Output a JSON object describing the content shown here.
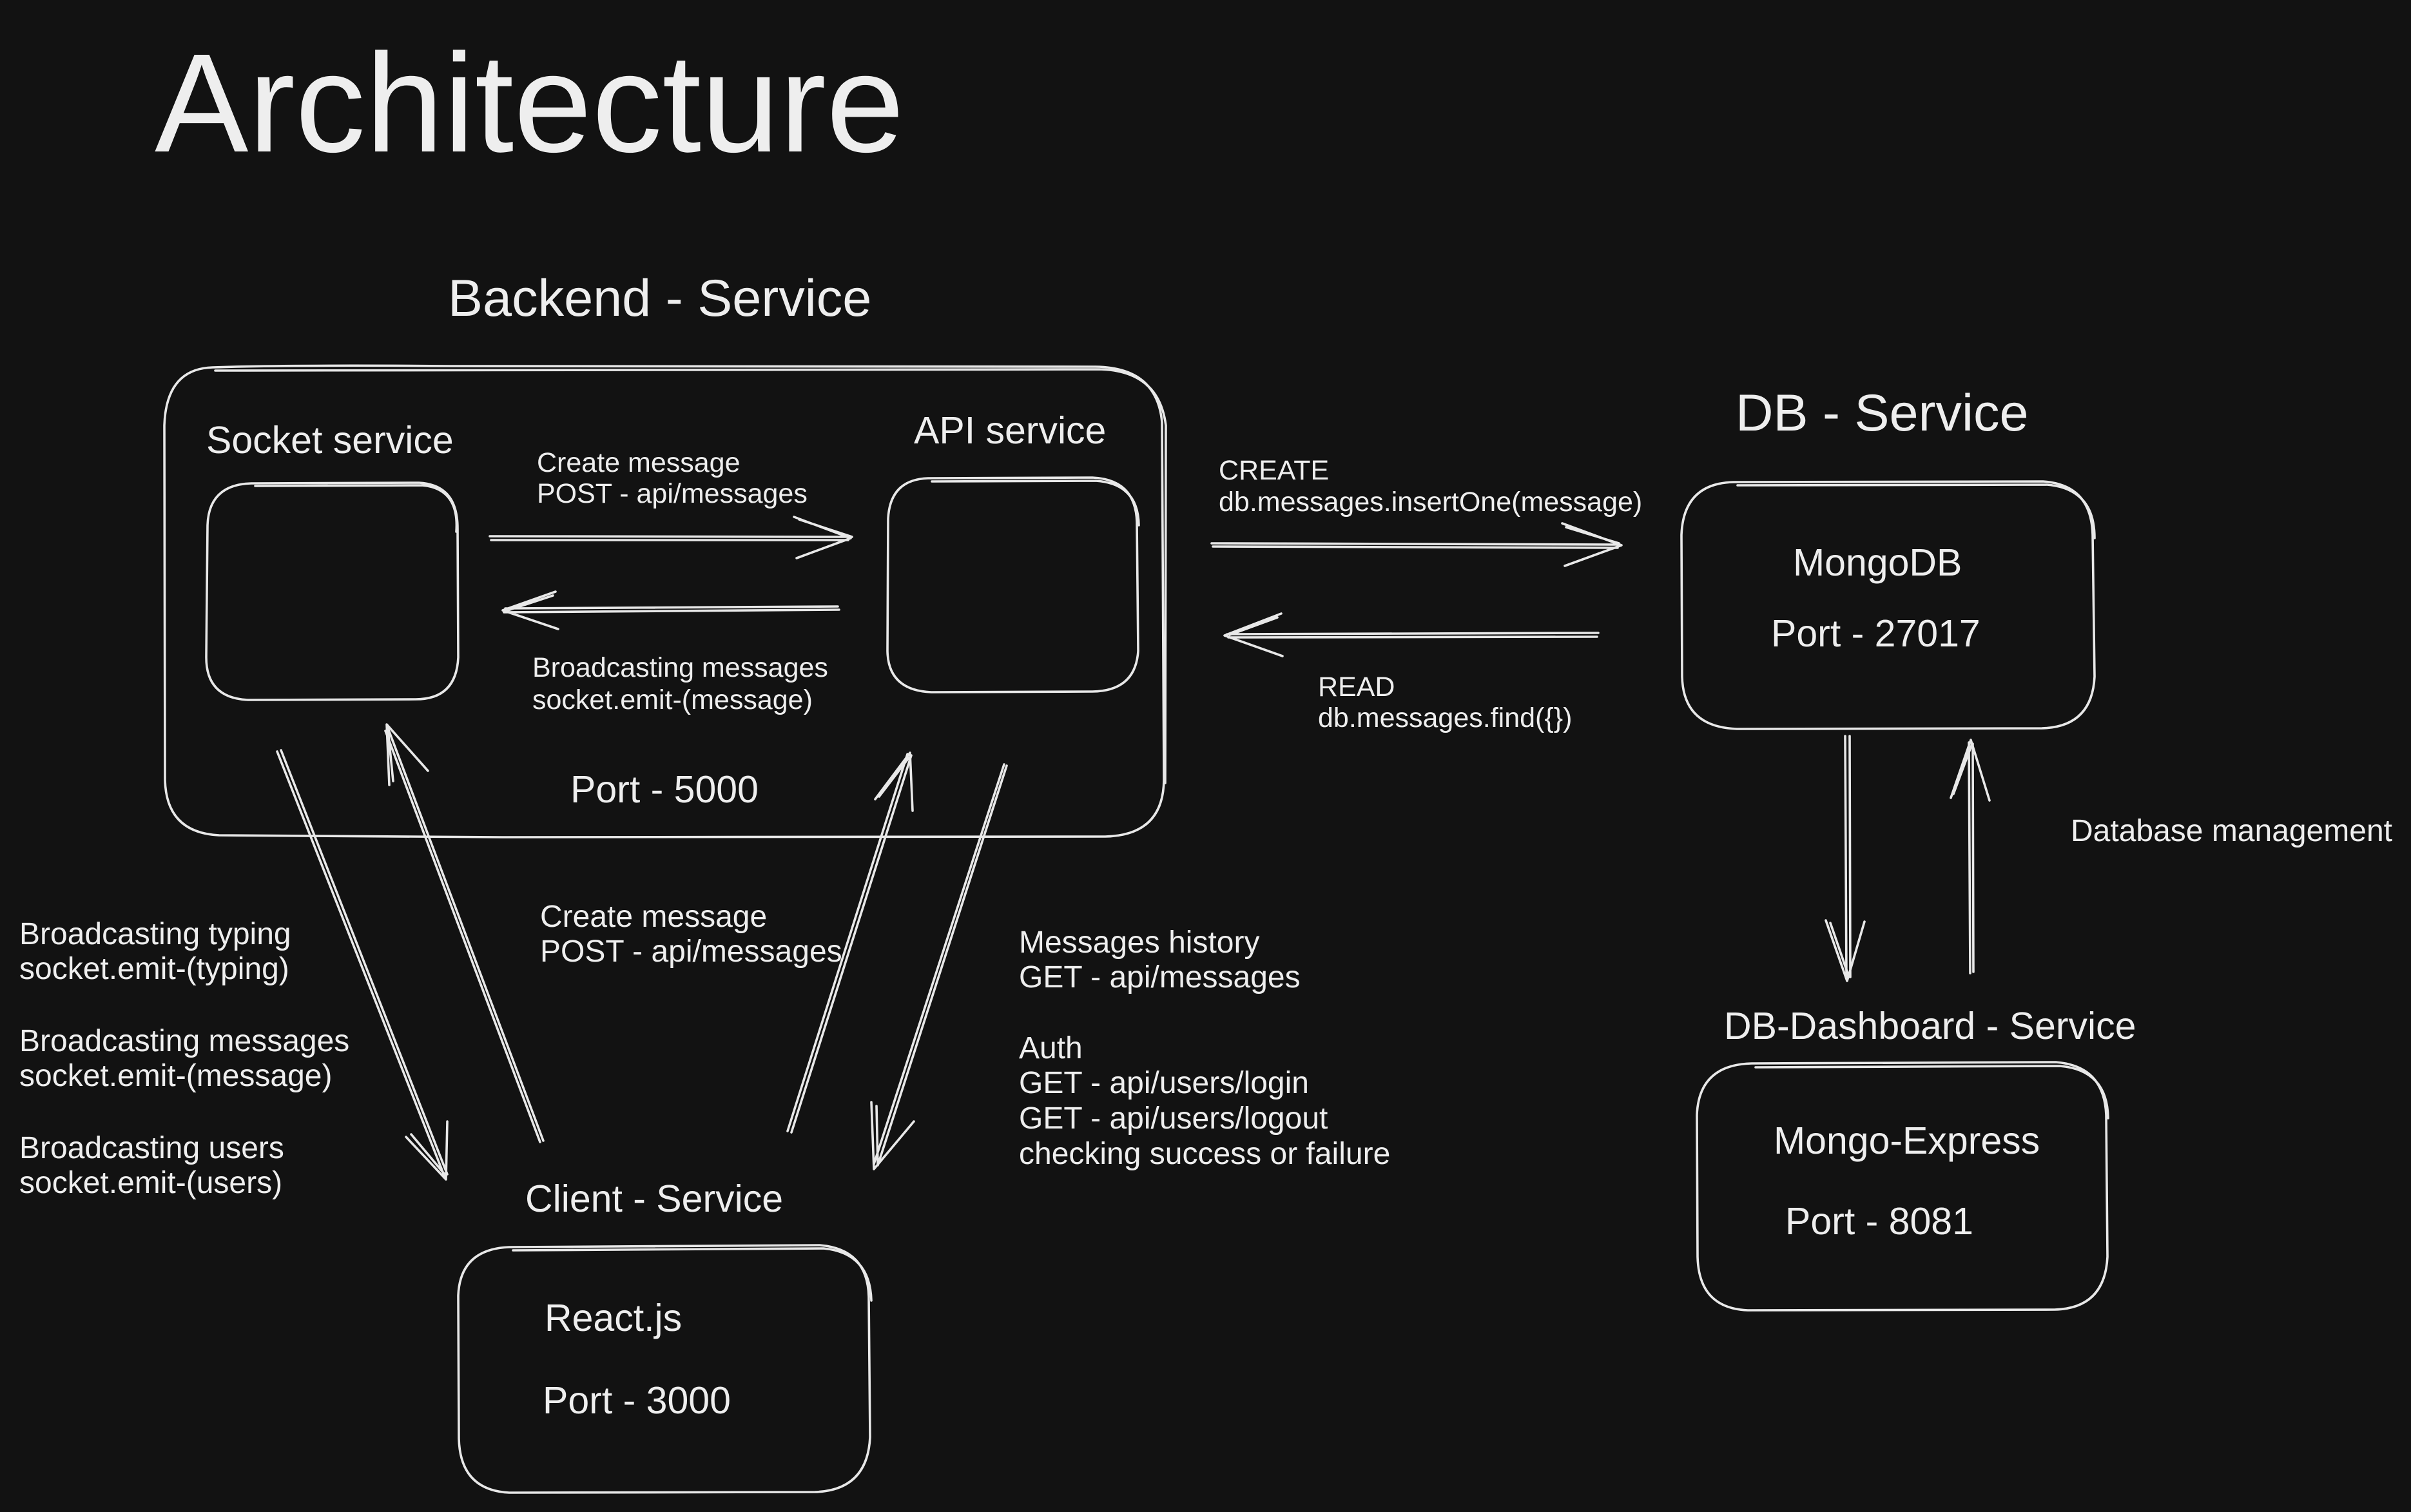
{
  "title": "Architecture",
  "backend": {
    "title": "Backend - Service",
    "port": "Port - 5000",
    "socket_label": "Socket service",
    "api_label": "API service"
  },
  "db": {
    "title": "DB - Service",
    "name": "MongoDB",
    "port": "Port - 27017"
  },
  "dashboard": {
    "title": "DB-Dashboard - Service",
    "name": "Mongo-Express",
    "port": "Port - 8081",
    "note": "Database management"
  },
  "client": {
    "title": "Client - Service",
    "name": "React.js",
    "port": "Port - 3000"
  },
  "edges": {
    "socket_to_api": [
      "Create message",
      "POST - api/messages"
    ],
    "api_to_socket": [
      "Broadcasting messages",
      "socket.emit-(message)"
    ],
    "api_to_db": [
      "CREATE",
      "db.messages.insertOne(message)"
    ],
    "db_to_api": [
      "READ",
      "db.messages.find({})"
    ],
    "socket_to_client": [
      "Broadcasting typing",
      "socket.emit-(typing)",
      "",
      "Broadcasting messages",
      "socket.emit-(message)",
      "",
      "Broadcasting users",
      "socket.emit-(users)"
    ],
    "client_to_api": [
      "Create message",
      "POST - api/messages"
    ],
    "api_to_client": [
      "Messages history",
      "GET - api/messages",
      "",
      "Auth",
      "GET -  api/users/login",
      "GET - api/users/logout",
      "checking success or failure"
    ]
  },
  "colors": {
    "background": "#121212",
    "stroke": "#e8e8e8",
    "text": "#eeeeee"
  }
}
